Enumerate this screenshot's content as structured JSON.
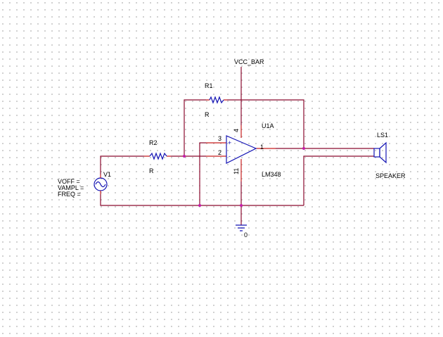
{
  "schematic": {
    "power": {
      "label": "VCC_BAR"
    },
    "ground": {
      "label": "0"
    },
    "r1": {
      "ref": "R1",
      "value": "R"
    },
    "r2": {
      "ref": "R2",
      "value": "R"
    },
    "opamp": {
      "ref": "U1A",
      "part": "LM348",
      "pin_noninverting": "3",
      "pin_inverting": "2",
      "pin_output": "1",
      "pin_vplus": "4",
      "pin_vminus": "11",
      "plus_sign": "+",
      "minus_sign": "-"
    },
    "source": {
      "ref": "V1",
      "voff": "VOFF =",
      "vampl": "VAMPL =",
      "freq": "FREQ ="
    },
    "speaker": {
      "ref": "LS1",
      "part": "SPEAKER"
    },
    "colors": {
      "wire": "#8b0a2e",
      "pin": "#c81e1e",
      "component": "#1414b4",
      "junction": "#c41ca8",
      "grid_dot": "#b9b9b9"
    }
  }
}
